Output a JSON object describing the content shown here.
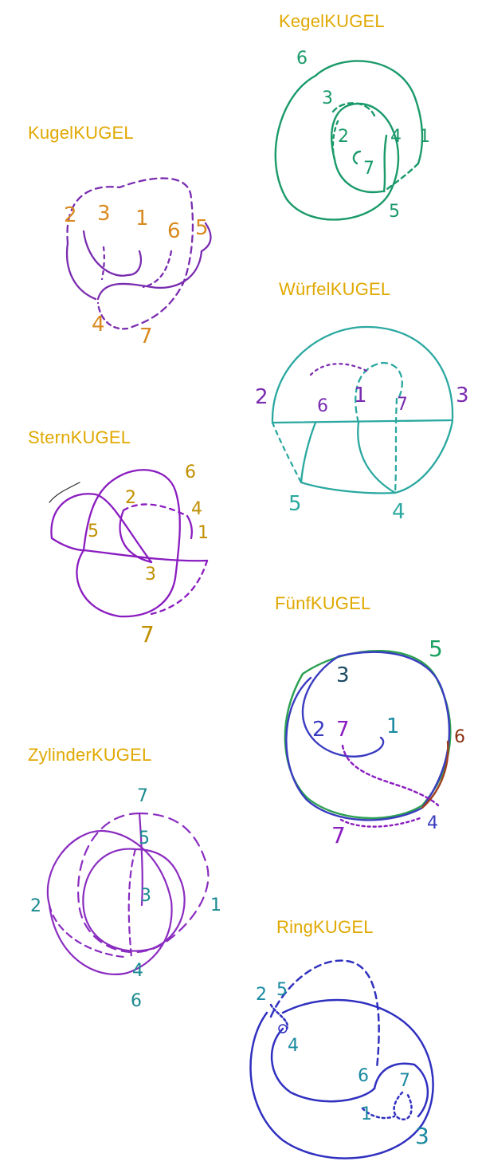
{
  "diagrams": [
    {
      "name": "KegelKUGEL",
      "color": "#1a9a6a",
      "points": [
        "6",
        "3",
        "2",
        "4",
        "1",
        "7",
        "5"
      ]
    },
    {
      "name": "KugelKUGEL",
      "color": "#7a2cb0",
      "label_color": "#d98a20",
      "points": [
        "2",
        "3",
        "1",
        "6",
        "5",
        "4",
        "7"
      ]
    },
    {
      "name": "WürfelKUGEL",
      "color": "#2aa8a0",
      "label_color": "#7a2cb0",
      "points": [
        "2",
        "3",
        "6",
        "1",
        "7",
        "5",
        "4"
      ]
    },
    {
      "name": "SternKUGEL",
      "color": "#8a1cc0",
      "label_color": "#c09000",
      "points": [
        "6",
        "2",
        "4",
        "5",
        "1",
        "3",
        "7"
      ]
    },
    {
      "name": "FünfKUGEL",
      "color": "#3a3cc0",
      "label_color": "#1aa060",
      "points": [
        "5",
        "3",
        "2",
        "7",
        "1",
        "6",
        "4",
        "7"
      ]
    },
    {
      "name": "ZylinderKUGEL",
      "color": "#8a2cc0",
      "label_color": "#1a8a90",
      "points": [
        "7",
        "5",
        "2",
        "3",
        "1",
        "4",
        "6"
      ]
    },
    {
      "name": "RingKUGEL",
      "color": "#3030c0",
      "label_color": "#1a8aa0",
      "points": [
        "2",
        "5",
        "4",
        "6",
        "7",
        "1",
        "3"
      ]
    }
  ]
}
